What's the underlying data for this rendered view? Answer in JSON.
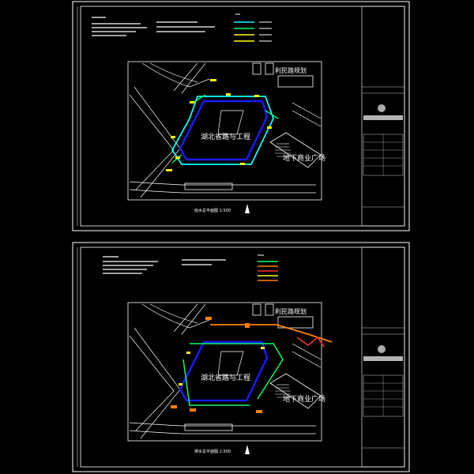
{
  "colors": {
    "background": "#000000",
    "frame": "#ffffff",
    "road": "#ffffff",
    "building": "#1a1aff",
    "pipe_cyan": "#00ffff",
    "pipe_yellow": "#ffff00",
    "pipe_green": "#00ff66",
    "pipe_orange": "#ff8000",
    "pipe_red": "#ff3030"
  },
  "sheets": [
    {
      "id": "top",
      "site_label_a": "利民路规划",
      "site_label_b": "地下商业广场",
      "building_label": "湖北省路与工程",
      "plan_caption": "给水总平面图  1:500",
      "legend_icons": [
        "cyan-line",
        "green-line",
        "yellow-line",
        "yellow-line"
      ]
    },
    {
      "id": "bottom",
      "site_label_a": "利民路规划",
      "site_label_b": "地下商业广场",
      "building_label": "湖北省路与工程",
      "plan_caption": "排水总平面图  1:500",
      "legend_icons": [
        "green-line",
        "orange-line",
        "red-line",
        "yellow-line",
        "orange-line"
      ]
    }
  ]
}
